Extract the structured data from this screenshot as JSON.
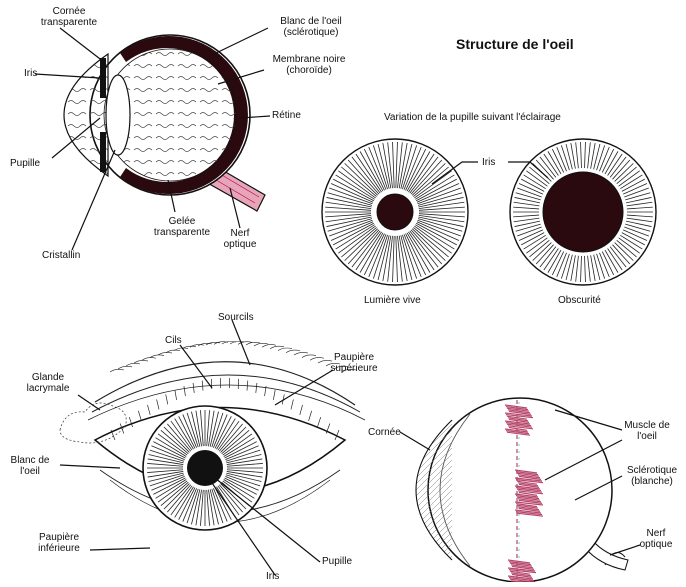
{
  "title": "Structure de l'oeil",
  "pupil_section": {
    "heading": "Variation de la pupille suivant l'éclairage",
    "iris_label": "Iris",
    "bright_label": "Lumière vive",
    "dark_label": "Obscurité"
  },
  "section_eye": {
    "cornea": "Cornée transparente",
    "iris": "Iris",
    "pupil": "Pupille",
    "lens": "Cristallin",
    "sclera": "Blanc de l'oeil (sclérotique)",
    "choroid": "Membrane noire (choroïde)",
    "retina": "Rétine",
    "vitreous": "Gelée transparente",
    "optic_nerve": "Nerf optique"
  },
  "front_eye": {
    "eyebrows": "Sourcils",
    "lashes": "Cils",
    "upper_lid": "Paupière supérieure",
    "lacrimal": "Glande lacrymale",
    "white": "Blanc de l'oeil",
    "lower_lid": "Paupière inférieure",
    "pupil": "Pupille",
    "iris": "Iris"
  },
  "globe": {
    "cornea": "Cornée",
    "muscle": "Muscle de l'oeil",
    "sclera": "Sclérotique (blanche)",
    "nerve": "Nerf optique"
  },
  "colors": {
    "ink": "#111111",
    "choroid": "#3a0d12",
    "nerve": "#e7a6b8",
    "muscle": "#b8476c"
  }
}
